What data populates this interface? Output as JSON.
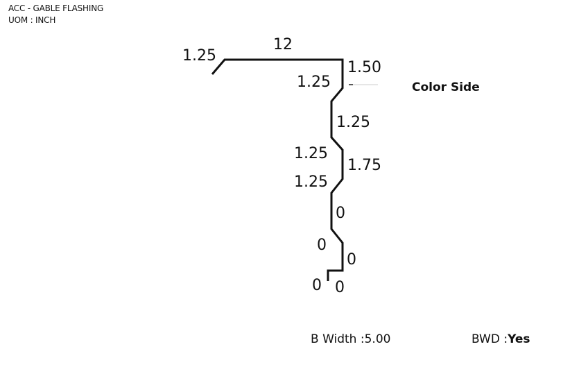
{
  "header": {
    "title": "ACC - GABLE FLASHING",
    "uom": "UOM : INCH"
  },
  "drawing": {
    "dimensions": {
      "top_left": "1.25",
      "top": "12",
      "right_top": "1.50",
      "left_1": "1.25",
      "right_1": "1.25",
      "left_2": "1.25",
      "right_2": "1.75",
      "left_3": "1.25",
      "right_3": "0",
      "left_4": "0",
      "right_4": "0",
      "bottom_left": "0",
      "bottom_right": "0"
    },
    "color_side_label": "Color Side"
  },
  "footer": {
    "bwidth_label": "B Width :",
    "bwidth_value": "5.00",
    "bwd_label": "BWD :",
    "bwd_value": "Yes"
  }
}
